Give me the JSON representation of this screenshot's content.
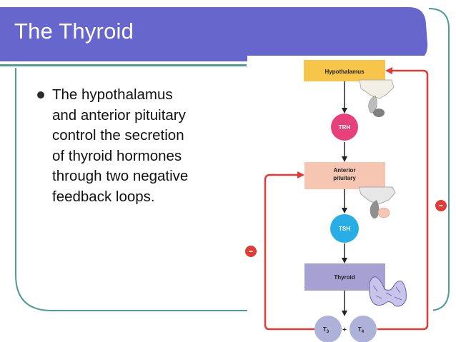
{
  "slide": {
    "title": "The Thyroid",
    "bullet_lines": [
      "The hypothalamus",
      "and anterior pituitary",
      "control the secretion",
      "of thyroid hormones",
      "through two negative",
      "feedback loops."
    ]
  },
  "diagram": {
    "hypothalamus": "Hypothalamus",
    "trh": "TRH",
    "anterior_line1": "Anterior",
    "anterior_line2": "pituitary",
    "tsh": "TSH",
    "thyroid": "Thyroid",
    "t3_main": "T",
    "t3_sub": "3",
    "plus": "+",
    "t4_main": "T",
    "t4_sub": "4",
    "inhibit_left": "−",
    "inhibit_right": "−"
  },
  "colors": {
    "title_bar": "#6666cc",
    "frame_teal": "#4f9b95",
    "gold_box": "#f6c54a",
    "salmon_box": "#f6c6b3",
    "lavender_box": "#a7a0d3",
    "trh_circle": "#e8407a",
    "tsh_circle": "#27aee4",
    "hormone_circle": "#aeb2d8",
    "feedback_red": "#e23a34"
  }
}
